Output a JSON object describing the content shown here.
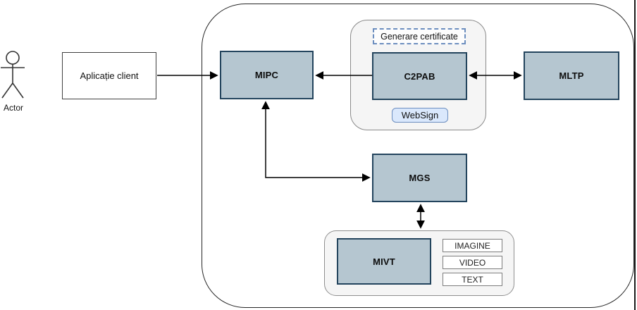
{
  "diagram": {
    "actor": {
      "label": "Actor"
    },
    "client": {
      "label": "Aplicație client"
    },
    "nodes": {
      "mipc": {
        "label": "MIPC"
      },
      "c2pab": {
        "label": "C2PAB"
      },
      "mltp": {
        "label": "MLTP"
      },
      "mgs": {
        "label": "MGS"
      },
      "mivt": {
        "label": "MIVT"
      }
    },
    "cert_group": {
      "title": "Generare certificate",
      "button": "WebSign"
    },
    "media_group": {
      "items": [
        "IMAGINE",
        "VIDEO",
        "TEXT"
      ]
    },
    "colors": {
      "node_fill": "#b5c6d0",
      "node_border": "#23445d",
      "group_fill": "#f5f5f5",
      "group_border": "#8a8a8a",
      "websign_fill": "#dae8fc",
      "websign_border": "#6c8ebf",
      "dashed_label_border": "#6c8ebf",
      "arrow": "#000000"
    }
  }
}
